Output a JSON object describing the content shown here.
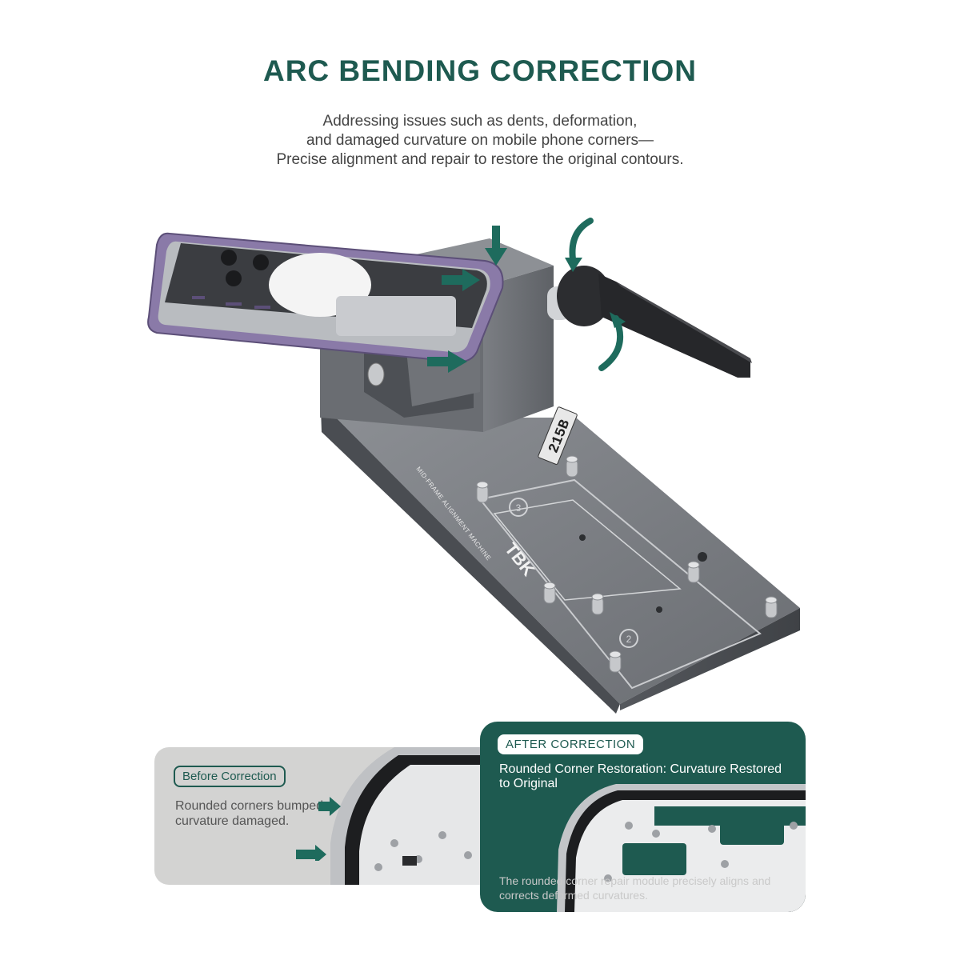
{
  "header": {
    "title": "ARC BENDING CORRECTION",
    "subtitle_lines": [
      "Addressing issues such as dents, deformation,",
      "and damaged curvature on mobile phone corners—",
      "Precise alignment and repair to restore the original contours."
    ]
  },
  "machine": {
    "brand": "TBK",
    "model_label": "MID-FRAME ALIGNMENT MACHINE",
    "model_number": "215B",
    "position_markers": [
      "3",
      "2"
    ]
  },
  "before": {
    "badge": "Before Correction",
    "description": "Rounded corners bumped, curvature damaged."
  },
  "after": {
    "badge": "AFTER CORRECTION",
    "heading": "Rounded Corner Restoration: Curvature Restored to Original",
    "footnote": "The rounded corner repair module precisely aligns and corrects deformed curvatures."
  },
  "colors": {
    "brand_green": "#1e5a50",
    "machine_gray": "#6b6e73",
    "frame_purple": "#8a7aa8"
  },
  "icons": [
    "rotate-arrow-icon",
    "push-arrow-icon",
    "corner-arrow-icon"
  ]
}
